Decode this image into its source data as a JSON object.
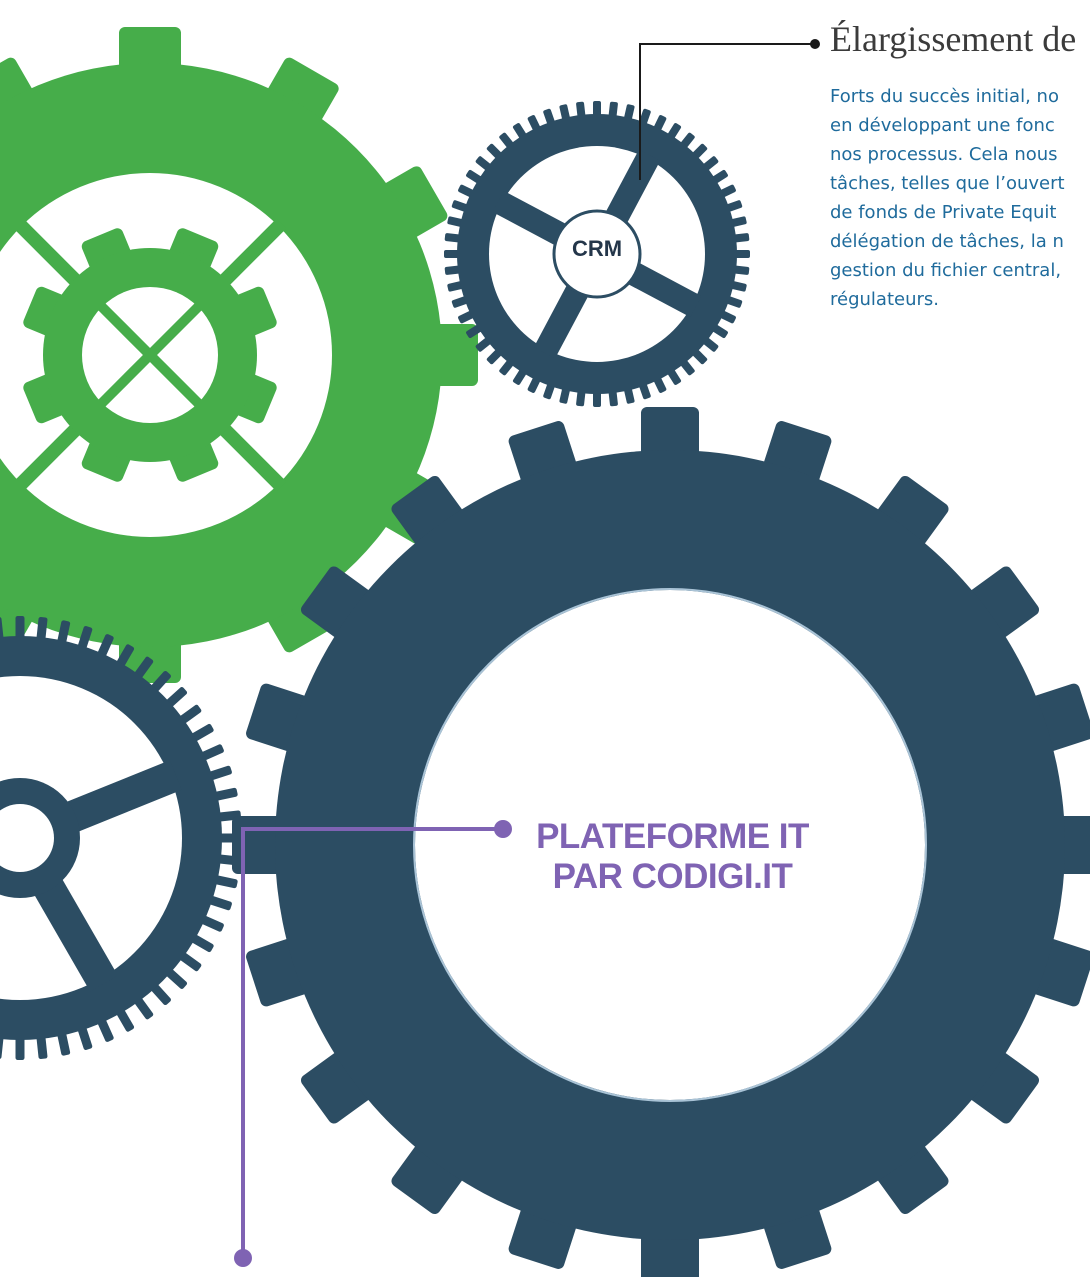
{
  "colors": {
    "green_gear": "#46ad4a",
    "navy_gear": "#2c4d63",
    "purple_connector": "#7f63b3",
    "black_connector": "#1a1a1a",
    "body_text": "#1f6b9c"
  },
  "gears": {
    "crm_label": "CRM",
    "platform_label_line1": "PLATEFORME IT",
    "platform_label_line2": "PAR CODIGI.IT"
  },
  "section": {
    "title": "Élargissement de",
    "body_lines": [
      "Forts du succès initial, no",
      "en développant une fonc",
      "nos processus. Cela nous",
      "tâches, telles que l’ouvert",
      "de fonds de Private Equit",
      "délégation de tâches, la n",
      "gestion du fichier central,",
      "régulateurs."
    ]
  }
}
